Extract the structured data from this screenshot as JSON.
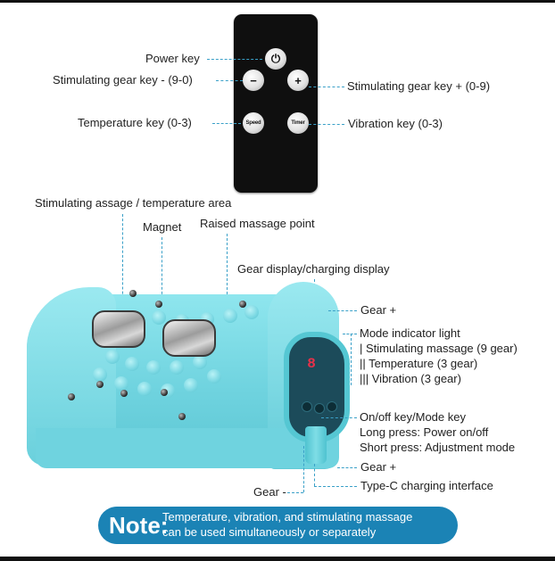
{
  "remote_keys": {
    "power": "⏻",
    "minus": "−",
    "plus": "+",
    "speed": "Speed",
    "timer": "Timer"
  },
  "labels": {
    "power_key": "Power key",
    "gear_minus_key": "Stimulating gear key - (9-0)",
    "gear_plus_key": "Stimulating gear key + (0-9)",
    "temperature_key": "Temperature key (0-3)",
    "vibration_key": "Vibration key (0-3)",
    "stim_area": "Stimulating assage / temperature area",
    "magnet": "Magnet",
    "raised_point": "Raised massage point",
    "gear_display": "Gear display/charging display",
    "gear_plus_top": "Gear +",
    "mode_light": "Mode indicator light",
    "mode_stim": "| Stimulating massage (9 gear)",
    "mode_temp": "|| Temperature (3 gear)",
    "mode_vib": "||| Vibration (3 gear)",
    "onoff": "On/off key/Mode key",
    "long_press": "Long press: Power on/off",
    "short_press": "Short press: Adjustment mode",
    "gear_plus_bottom": "Gear +",
    "gear_minus": "Gear -",
    "typec": "Type-C charging interface"
  },
  "panel": {
    "digit": "8"
  },
  "note": {
    "title": "Note:",
    "line1": "Temperature, vibration, and stimulating massage",
    "line2": "can be used simultaneously or separately"
  },
  "colors": {
    "accent": "#1b83b5",
    "device": "#6fd3df",
    "leader": "#3aa0c8"
  }
}
